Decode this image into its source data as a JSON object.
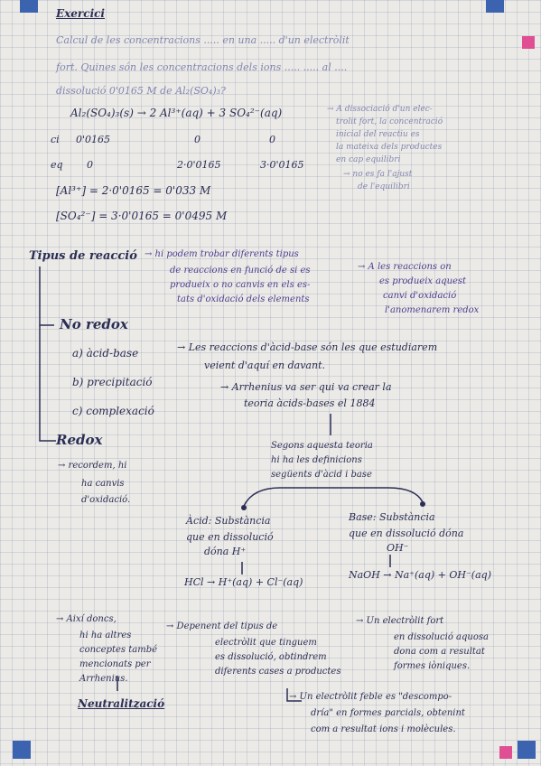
{
  "exercise": {
    "title": "Exercici",
    "statement": [
      "Calcul de les concentracions ..... en una ..... d'un electròlit",
      "fort. Quines són les concentracions dels ions ..... ..... al ....",
      "dissolució 0'0165 M de Al₂(SO₄)₃?"
    ],
    "reaction": "Al₂(SO₄)₃(s) → 2 Al³⁺(aq) + 3 SO₄²⁻(aq)",
    "row_ci": {
      "label": "ci",
      "values": [
        "0'0165",
        "0",
        "0"
      ]
    },
    "row_eq": {
      "label": "eq",
      "values": [
        "0",
        "2·0'0165",
        "3·0'0165"
      ]
    },
    "note": [
      "→ A dissociació d'un elec-",
      "trolit fort, la concentració",
      "inicial del reactiu es",
      "la mateixa dels productes",
      "en cap equilibri",
      "→ no es fa l'ajust",
      "de l'equilibri"
    ],
    "result_al": "[Al³⁺] = 2·0'0165 = 0'033 M",
    "result_so4": "[SO₄²⁻] = 3·0'0165 = 0'0495 M"
  },
  "tipus": {
    "heading": "Tipus de reacció",
    "desc": [
      "→ hi podem trobar diferents tipus",
      "de reaccions en funció de si es",
      "produeix o no canvis en els es-",
      "tats d'oxidació dels elements"
    ],
    "redox_note": [
      "→ A les reaccions on",
      "es produeix aquest",
      "canvi d'oxidació",
      "l'anomenarem redox"
    ]
  },
  "no_redox": {
    "heading": "No redox",
    "items": [
      "a) àcid-base",
      "b) precipitació",
      "c) complexació"
    ],
    "acid_base_desc": [
      "→ Les reaccions d'àcid-base són les que estudiarem",
      "veient d'aquí en davant."
    ],
    "arrhenius": [
      "→ Arrhenius va ser qui va crear la",
      "teoria àcids-bases el 1884"
    ]
  },
  "redox": {
    "heading": "Redox",
    "desc": [
      "→ recordem, hi",
      "ha canvis",
      "d'oxidació."
    ]
  },
  "segons": [
    "Segons aquesta teoria",
    "hi ha les definicions",
    "següents d'àcid i base"
  ],
  "acid": {
    "lines": [
      "Àcid: Substància",
      "que en dissolució",
      "dóna H⁺"
    ],
    "example": "HCl → H⁺(aq) + Cl⁻(aq)"
  },
  "base": {
    "lines": [
      "Base: Substància",
      "que en dissolució dóna",
      "OH⁻"
    ],
    "example": "NaOH → Na⁺(aq) + OH⁻(aq)"
  },
  "bottom": {
    "left": [
      "→ Així doncs,",
      "hi ha altres",
      "conceptes també",
      "mencionats per",
      "Arrhenius."
    ],
    "neutral": "Neutralització",
    "middle": [
      "→ Depenent del tipus de",
      "electròlit que tinguem",
      "es dissolució, obtindrem",
      "diferents cases a productes"
    ],
    "right": [
      "→ Un electròlit fort",
      "en dissolució aquosa",
      "dona com a resultat",
      "formes iòniques."
    ],
    "weak": [
      "→ Un electròlit feble es \"descompo-",
      "dría\" en formes parcials, obtenint",
      "com a resultat ions i molècules."
    ]
  }
}
